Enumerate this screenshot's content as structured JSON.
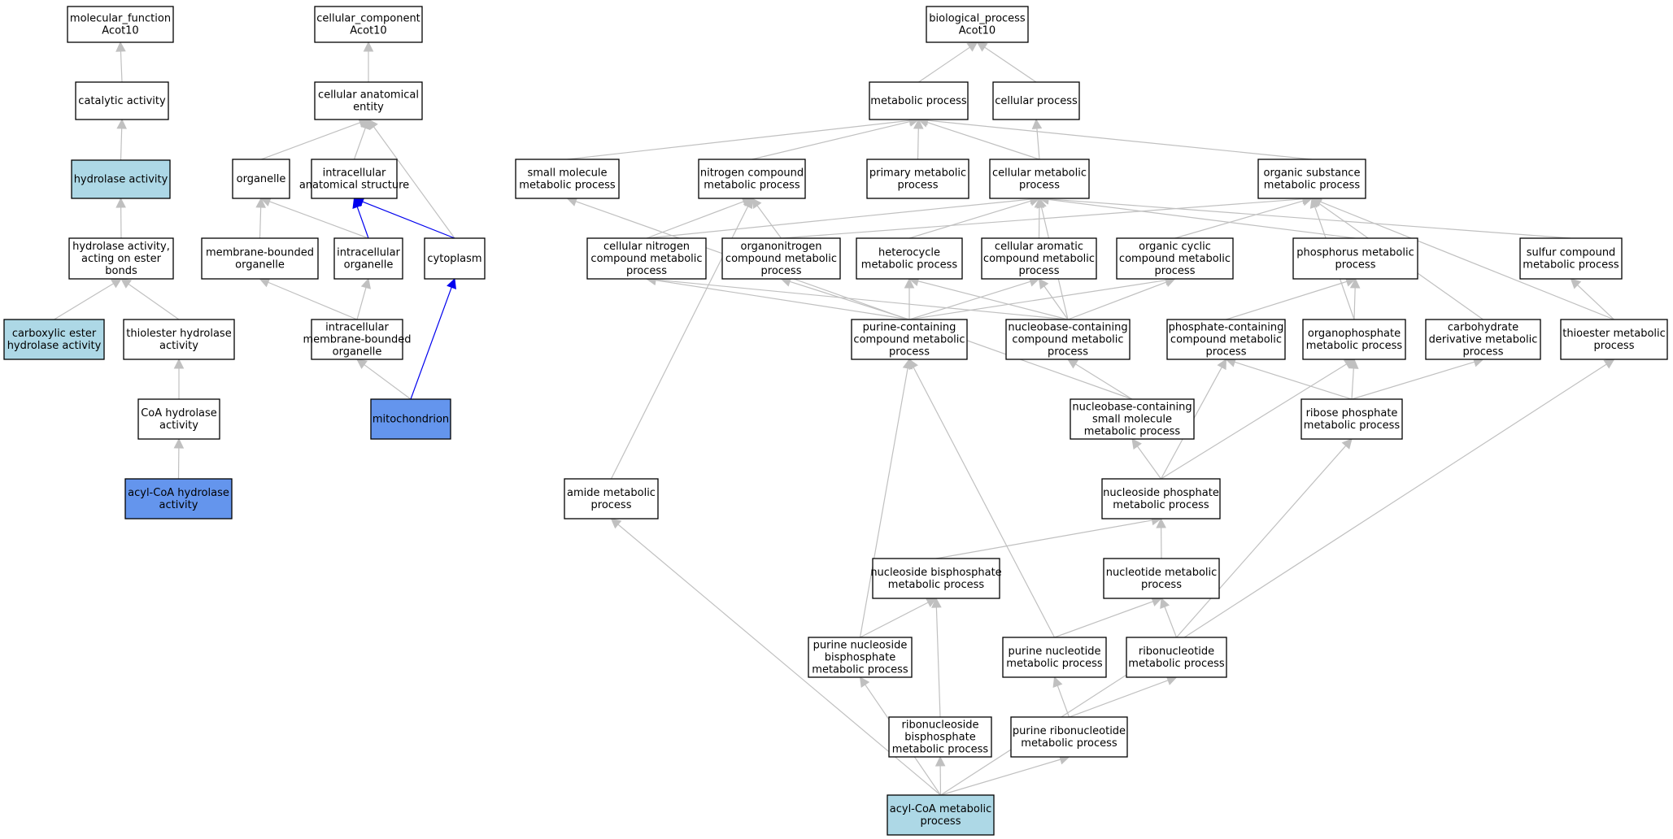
{
  "colors": {
    "default_fill": "#ffffff",
    "light_fill": "#add8e6",
    "blue_fill": "#6495ed",
    "gray_edge": "#c0c0c0",
    "blue_edge": "#0000ee"
  },
  "nodes": [
    {
      "id": "mf",
      "lines": [
        "molecular_function",
        "Acot10"
      ],
      "fill": "default"
    },
    {
      "id": "catalytic",
      "lines": [
        "catalytic activity"
      ],
      "fill": "default"
    },
    {
      "id": "hydrolase",
      "lines": [
        "hydrolase activity"
      ],
      "fill": "light"
    },
    {
      "id": "hydroEster",
      "lines": [
        "hydrolase activity,",
        "acting on ester",
        "bonds"
      ],
      "fill": "default"
    },
    {
      "id": "carbEster",
      "lines": [
        "carboxylic ester",
        "hydrolase activity"
      ],
      "fill": "light"
    },
    {
      "id": "thiolHydro",
      "lines": [
        "thiolester hydrolase",
        "activity"
      ],
      "fill": "default"
    },
    {
      "id": "coaHydro",
      "lines": [
        "CoA hydrolase",
        "activity"
      ],
      "fill": "default"
    },
    {
      "id": "acylCoaHydro",
      "lines": [
        "acyl-CoA hydrolase",
        "activity"
      ],
      "fill": "blue"
    },
    {
      "id": "cc",
      "lines": [
        "cellular_component",
        "Acot10"
      ],
      "fill": "default"
    },
    {
      "id": "cellAnat",
      "lines": [
        "cellular anatomical",
        "entity"
      ],
      "fill": "default"
    },
    {
      "id": "organelle",
      "lines": [
        "organelle"
      ],
      "fill": "default"
    },
    {
      "id": "intraAnat",
      "lines": [
        "intracellular",
        "anatomical structure"
      ],
      "fill": "default"
    },
    {
      "id": "membOrg",
      "lines": [
        "membrane-bounded",
        "organelle"
      ],
      "fill": "default"
    },
    {
      "id": "intraOrg",
      "lines": [
        "intracellular",
        "organelle"
      ],
      "fill": "default"
    },
    {
      "id": "cytoplasm",
      "lines": [
        "cytoplasm"
      ],
      "fill": "default"
    },
    {
      "id": "intraMembOrg",
      "lines": [
        "intracellular",
        "membrane-bounded",
        "organelle"
      ],
      "fill": "default"
    },
    {
      "id": "mito",
      "lines": [
        "mitochondrion"
      ],
      "fill": "blue"
    },
    {
      "id": "bp",
      "lines": [
        "biological_process",
        "Acot10"
      ],
      "fill": "default"
    },
    {
      "id": "metab",
      "lines": [
        "metabolic process"
      ],
      "fill": "default"
    },
    {
      "id": "cellProc",
      "lines": [
        "cellular process"
      ],
      "fill": "default"
    },
    {
      "id": "smallMol",
      "lines": [
        "small molecule",
        "metabolic process"
      ],
      "fill": "default"
    },
    {
      "id": "nitroComp",
      "lines": [
        "nitrogen compound",
        "metabolic process"
      ],
      "fill": "default"
    },
    {
      "id": "primMetab",
      "lines": [
        "primary metabolic",
        "process"
      ],
      "fill": "default"
    },
    {
      "id": "cellMetab",
      "lines": [
        "cellular metabolic",
        "process"
      ],
      "fill": "default"
    },
    {
      "id": "orgSubst",
      "lines": [
        "organic substance",
        "metabolic process"
      ],
      "fill": "default"
    },
    {
      "id": "cellNitro",
      "lines": [
        "cellular nitrogen",
        "compound metabolic",
        "process"
      ],
      "fill": "default"
    },
    {
      "id": "organoNitro",
      "lines": [
        "organonitrogen",
        "compound metabolic",
        "process"
      ],
      "fill": "default"
    },
    {
      "id": "heterocycle",
      "lines": [
        "heterocycle",
        "metabolic process"
      ],
      "fill": "default"
    },
    {
      "id": "cellArom",
      "lines": [
        "cellular aromatic",
        "compound metabolic",
        "process"
      ],
      "fill": "default"
    },
    {
      "id": "orgCyclic",
      "lines": [
        "organic cyclic",
        "compound metabolic",
        "process"
      ],
      "fill": "default"
    },
    {
      "id": "phosphorus",
      "lines": [
        "phosphorus metabolic",
        "process"
      ],
      "fill": "default"
    },
    {
      "id": "sulfur",
      "lines": [
        "sulfur compound",
        "metabolic process"
      ],
      "fill": "default"
    },
    {
      "id": "purineCont",
      "lines": [
        "purine-containing",
        "compound metabolic",
        "process"
      ],
      "fill": "default"
    },
    {
      "id": "nucleobaseCont",
      "lines": [
        "nucleobase-containing",
        "compound metabolic",
        "process"
      ],
      "fill": "default"
    },
    {
      "id": "phosphateCont",
      "lines": [
        "phosphate-containing",
        "compound metabolic",
        "process"
      ],
      "fill": "default"
    },
    {
      "id": "organoPhos",
      "lines": [
        "organophosphate",
        "metabolic process"
      ],
      "fill": "default"
    },
    {
      "id": "carbDeriv",
      "lines": [
        "carbohydrate",
        "derivative metabolic",
        "process"
      ],
      "fill": "default"
    },
    {
      "id": "thioester",
      "lines": [
        "thioester metabolic",
        "process"
      ],
      "fill": "default"
    },
    {
      "id": "nbSmallMol",
      "lines": [
        "nucleobase-containing",
        "small molecule",
        "metabolic process"
      ],
      "fill": "default"
    },
    {
      "id": "ribosePhos",
      "lines": [
        "ribose phosphate",
        "metabolic process"
      ],
      "fill": "default"
    },
    {
      "id": "amide",
      "lines": [
        "amide metabolic",
        "process"
      ],
      "fill": "default"
    },
    {
      "id": "nucPhos",
      "lines": [
        "nucleoside phosphate",
        "metabolic process"
      ],
      "fill": "default"
    },
    {
      "id": "nucBisphos",
      "lines": [
        "nucleoside bisphosphate",
        "metabolic process"
      ],
      "fill": "default"
    },
    {
      "id": "nucleotide",
      "lines": [
        "nucleotide metabolic",
        "process"
      ],
      "fill": "default"
    },
    {
      "id": "purNucBis",
      "lines": [
        "purine nucleoside",
        "bisphosphate",
        "metabolic process"
      ],
      "fill": "default"
    },
    {
      "id": "purNucleotide",
      "lines": [
        "purine nucleotide",
        "metabolic process"
      ],
      "fill": "default"
    },
    {
      "id": "ribonucleotide",
      "lines": [
        "ribonucleotide",
        "metabolic process"
      ],
      "fill": "default"
    },
    {
      "id": "ribonucBis",
      "lines": [
        "ribonucleoside",
        "bisphosphate",
        "metabolic process"
      ],
      "fill": "default"
    },
    {
      "id": "purRibonuc",
      "lines": [
        "purine ribonucleotide",
        "metabolic process"
      ],
      "fill": "default"
    },
    {
      "id": "acylCoaMetab",
      "lines": [
        "acyl-CoA metabolic",
        "process"
      ],
      "fill": "light"
    }
  ],
  "edges": [
    {
      "from": "catalytic",
      "to": "mf",
      "color": "gray"
    },
    {
      "from": "hydrolase",
      "to": "catalytic",
      "color": "gray"
    },
    {
      "from": "hydroEster",
      "to": "hydrolase",
      "color": "gray"
    },
    {
      "from": "carbEster",
      "to": "hydroEster",
      "color": "gray"
    },
    {
      "from": "thiolHydro",
      "to": "hydroEster",
      "color": "gray"
    },
    {
      "from": "coaHydro",
      "to": "thiolHydro",
      "color": "gray"
    },
    {
      "from": "acylCoaHydro",
      "to": "coaHydro",
      "color": "gray"
    },
    {
      "from": "cellAnat",
      "to": "cc",
      "color": "gray"
    },
    {
      "from": "organelle",
      "to": "cellAnat",
      "color": "gray"
    },
    {
      "from": "intraAnat",
      "to": "cellAnat",
      "color": "gray"
    },
    {
      "from": "cytoplasm",
      "to": "cellAnat",
      "color": "gray"
    },
    {
      "from": "membOrg",
      "to": "organelle",
      "color": "gray"
    },
    {
      "from": "intraOrg",
      "to": "organelle",
      "color": "gray"
    },
    {
      "from": "intraOrg",
      "to": "intraAnat",
      "color": "blue"
    },
    {
      "from": "cytoplasm",
      "to": "intraAnat",
      "color": "blue"
    },
    {
      "from": "intraMembOrg",
      "to": "membOrg",
      "color": "gray"
    },
    {
      "from": "intraMembOrg",
      "to": "intraOrg",
      "color": "gray"
    },
    {
      "from": "mito",
      "to": "intraMembOrg",
      "color": "gray"
    },
    {
      "from": "mito",
      "to": "cytoplasm",
      "color": "blue"
    },
    {
      "from": "metab",
      "to": "bp",
      "color": "gray"
    },
    {
      "from": "cellProc",
      "to": "bp",
      "color": "gray"
    },
    {
      "from": "smallMol",
      "to": "metab",
      "color": "gray"
    },
    {
      "from": "nitroComp",
      "to": "metab",
      "color": "gray"
    },
    {
      "from": "primMetab",
      "to": "metab",
      "color": "gray"
    },
    {
      "from": "cellMetab",
      "to": "metab",
      "color": "gray"
    },
    {
      "from": "orgSubst",
      "to": "metab",
      "color": "gray"
    },
    {
      "from": "cellMetab",
      "to": "cellProc",
      "color": "gray"
    },
    {
      "from": "cellNitro",
      "to": "nitroComp",
      "color": "gray"
    },
    {
      "from": "cellNitro",
      "to": "cellMetab",
      "color": "gray"
    },
    {
      "from": "organoNitro",
      "to": "nitroComp",
      "color": "gray"
    },
    {
      "from": "organoNitro",
      "to": "orgSubst",
      "color": "gray"
    },
    {
      "from": "heterocycle",
      "to": "cellMetab",
      "color": "gray"
    },
    {
      "from": "cellArom",
      "to": "cellMetab",
      "color": "gray"
    },
    {
      "from": "orgCyclic",
      "to": "orgSubst",
      "color": "gray"
    },
    {
      "from": "phosphorus",
      "to": "cellMetab",
      "color": "gray"
    },
    {
      "from": "sulfur",
      "to": "cellMetab",
      "color": "gray"
    },
    {
      "from": "purineCont",
      "to": "cellNitro",
      "color": "gray"
    },
    {
      "from": "purineCont",
      "to": "heterocycle",
      "color": "gray"
    },
    {
      "from": "purineCont",
      "to": "organoNitro",
      "color": "gray"
    },
    {
      "from": "purineCont",
      "to": "cellArom",
      "color": "gray"
    },
    {
      "from": "purineCont",
      "to": "orgCyclic",
      "color": "gray"
    },
    {
      "from": "nucleobaseCont",
      "to": "cellNitro",
      "color": "gray"
    },
    {
      "from": "nucleobaseCont",
      "to": "heterocycle",
      "color": "gray"
    },
    {
      "from": "nucleobaseCont",
      "to": "cellArom",
      "color": "gray"
    },
    {
      "from": "nucleobaseCont",
      "to": "orgCyclic",
      "color": "gray"
    },
    {
      "from": "nucleobaseCont",
      "to": "cellMetab",
      "color": "gray"
    },
    {
      "from": "phosphateCont",
      "to": "phosphorus",
      "color": "gray"
    },
    {
      "from": "organoPhos",
      "to": "phosphorus",
      "color": "gray"
    },
    {
      "from": "organoPhos",
      "to": "orgSubst",
      "color": "gray"
    },
    {
      "from": "carbDeriv",
      "to": "orgSubst",
      "color": "gray"
    },
    {
      "from": "thioester",
      "to": "sulfur",
      "color": "gray"
    },
    {
      "from": "thioester",
      "to": "orgSubst",
      "color": "gray"
    },
    {
      "from": "nbSmallMol",
      "to": "smallMol",
      "color": "gray"
    },
    {
      "from": "nbSmallMol",
      "to": "nucleobaseCont",
      "color": "gray"
    },
    {
      "from": "ribosePhos",
      "to": "phosphateCont",
      "color": "gray"
    },
    {
      "from": "ribosePhos",
      "to": "organoPhos",
      "color": "gray"
    },
    {
      "from": "ribosePhos",
      "to": "carbDeriv",
      "color": "gray"
    },
    {
      "from": "amide",
      "to": "nitroComp",
      "color": "gray"
    },
    {
      "from": "nucPhos",
      "to": "nbSmallMol",
      "color": "gray"
    },
    {
      "from": "nucPhos",
      "to": "phosphateCont",
      "color": "gray"
    },
    {
      "from": "nucPhos",
      "to": "organoPhos",
      "color": "gray"
    },
    {
      "from": "nucBisphos",
      "to": "nucPhos",
      "color": "gray"
    },
    {
      "from": "nucleotide",
      "to": "nucPhos",
      "color": "gray"
    },
    {
      "from": "purNucBis",
      "to": "purineCont",
      "color": "gray"
    },
    {
      "from": "purNucBis",
      "to": "nucBisphos",
      "color": "gray"
    },
    {
      "from": "purNucleotide",
      "to": "purineCont",
      "color": "gray"
    },
    {
      "from": "purNucleotide",
      "to": "nucleotide",
      "color": "gray"
    },
    {
      "from": "ribonucleotide",
      "to": "nucleotide",
      "color": "gray"
    },
    {
      "from": "ribonucleotide",
      "to": "ribosePhos",
      "color": "gray"
    },
    {
      "from": "ribonucBis",
      "to": "nucBisphos",
      "color": "gray"
    },
    {
      "from": "purRibonuc",
      "to": "purNucleotide",
      "color": "gray"
    },
    {
      "from": "purRibonuc",
      "to": "ribonucleotide",
      "color": "gray"
    },
    {
      "from": "acylCoaMetab",
      "to": "amide",
      "color": "gray"
    },
    {
      "from": "acylCoaMetab",
      "to": "purNucBis",
      "color": "gray"
    },
    {
      "from": "acylCoaMetab",
      "to": "ribonucBis",
      "color": "gray"
    },
    {
      "from": "acylCoaMetab",
      "to": "purRibonuc",
      "color": "gray"
    },
    {
      "from": "acylCoaMetab",
      "to": "thioester",
      "color": "gray"
    }
  ]
}
